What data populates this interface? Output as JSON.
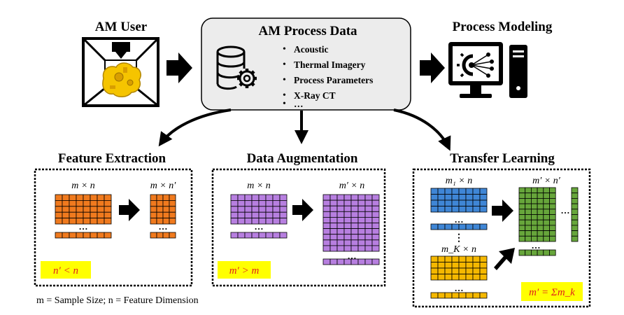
{
  "am_user": {
    "title": "AM User"
  },
  "process_data": {
    "title": "AM Process Data",
    "items": [
      "Acoustic",
      "Thermal Imagery",
      "Process Parameters",
      "X-Ray CT",
      "…"
    ]
  },
  "process_modeling": {
    "title": "Process Modeling"
  },
  "feature_extraction": {
    "title": "Feature Extraction",
    "input_label": "m × n",
    "output_label": "m × n′",
    "ellipsis": "…",
    "condition": "n′ < n"
  },
  "data_augmentation": {
    "title": "Data Augmentation",
    "input_label": "m × n",
    "output_label": "m′ × n",
    "ellipsis": "…",
    "condition": "m′ > m"
  },
  "transfer_learning": {
    "title": "Transfer Learning",
    "input1_label": "m₁ × n",
    "inputk_label": "m_K × n",
    "output_label": "m′ × n′",
    "ellipsis": "…",
    "vdots": "⋮",
    "condition": "m′ = Σm_k"
  },
  "footnote": "m = Sample Size; n = Feature Dimension",
  "colors": {
    "orange": "#f07a1e",
    "purple": "#b77fe0",
    "blue": "#3f86d6",
    "yellow": "#f5b800",
    "green": "#67a63b",
    "highlight": "#ffff00",
    "condition_text": "#e0201c",
    "print_part": "#f5c400",
    "box_fill": "#ececec"
  }
}
